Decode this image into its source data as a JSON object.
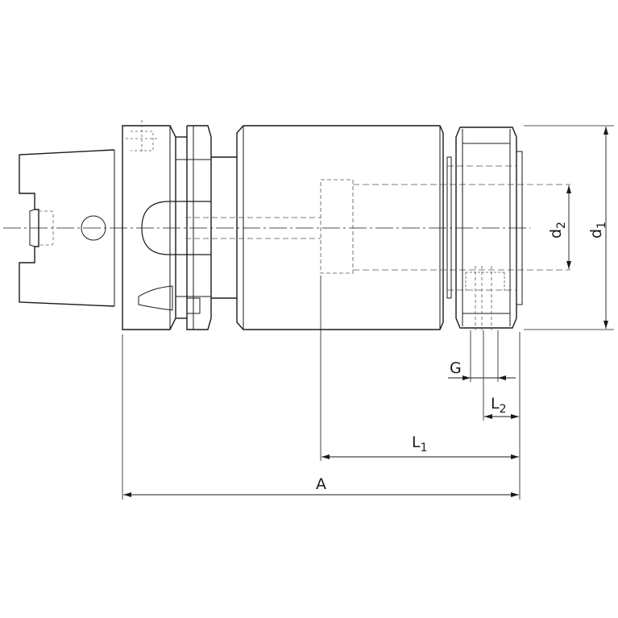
{
  "labels": {
    "d1": {
      "main": "d",
      "sub": "1"
    },
    "d2": {
      "main": "d",
      "sub": "2"
    },
    "G": {
      "main": "G"
    },
    "L2": {
      "main": "L",
      "sub": "2"
    },
    "L1": {
      "main": "L",
      "sub": "1"
    },
    "A": {
      "main": "A"
    }
  },
  "colors": {
    "line": "#1a1a1a",
    "hidden_line": "#555555",
    "background": "#ffffff"
  }
}
